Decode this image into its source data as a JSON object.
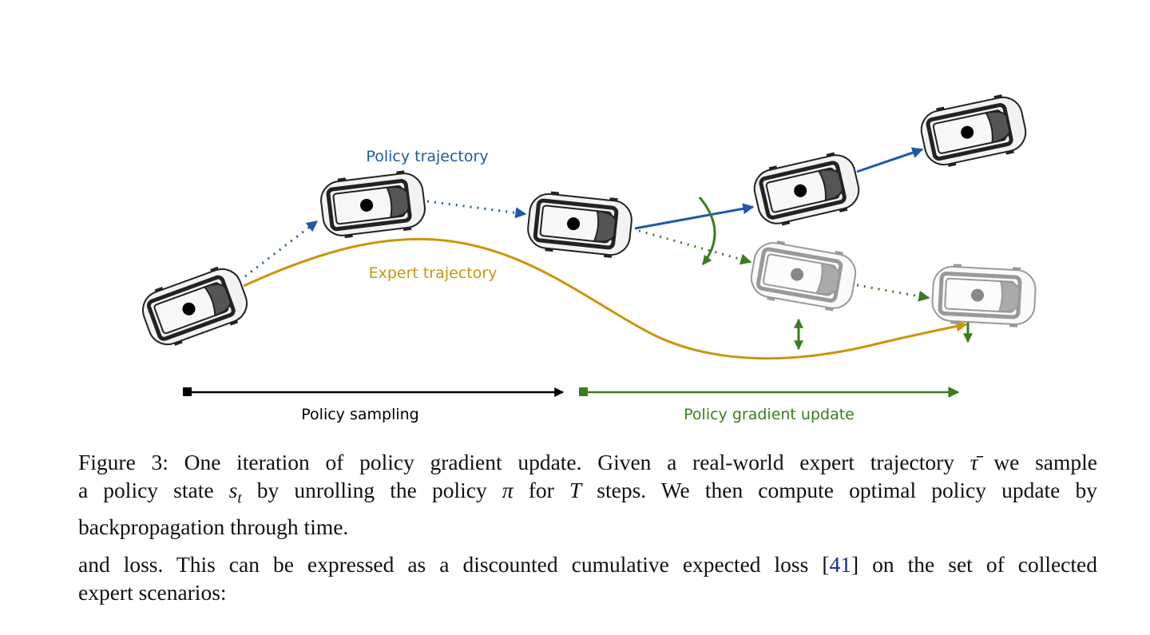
{
  "figure": {
    "labels": {
      "policy_trajectory": "Policy trajectory",
      "expert_trajectory": "Expert trajectory",
      "policy_sampling": "Policy sampling",
      "policy_gradient_update": "Policy gradient update"
    },
    "colors": {
      "policy": "#1f5aa6",
      "expert": "#c9960c",
      "gradient": "#3a7d1e",
      "black": "#000000"
    }
  },
  "caption": {
    "line1_a": "Figure 3: One iteration of policy gradient update. Given a real-world expert trajectory ",
    "tau_bar": "τ̄",
    "line1_b": " we sample",
    "line2_a": "a policy state ",
    "s": "s",
    "t_sub": "t",
    "line2_b": " by unrolling the policy ",
    "pi": "π",
    "line2_c": " for ",
    "T": "T",
    "line2_d": " steps.  We then compute optimal policy update by",
    "line3": "backpropagation through time."
  },
  "body": {
    "line1_a": "and loss. This can be expressed as a discounted cumulative expected loss [",
    "cite": "41",
    "line1_b": "] on the set of collected",
    "line2": "expert scenarios:"
  }
}
